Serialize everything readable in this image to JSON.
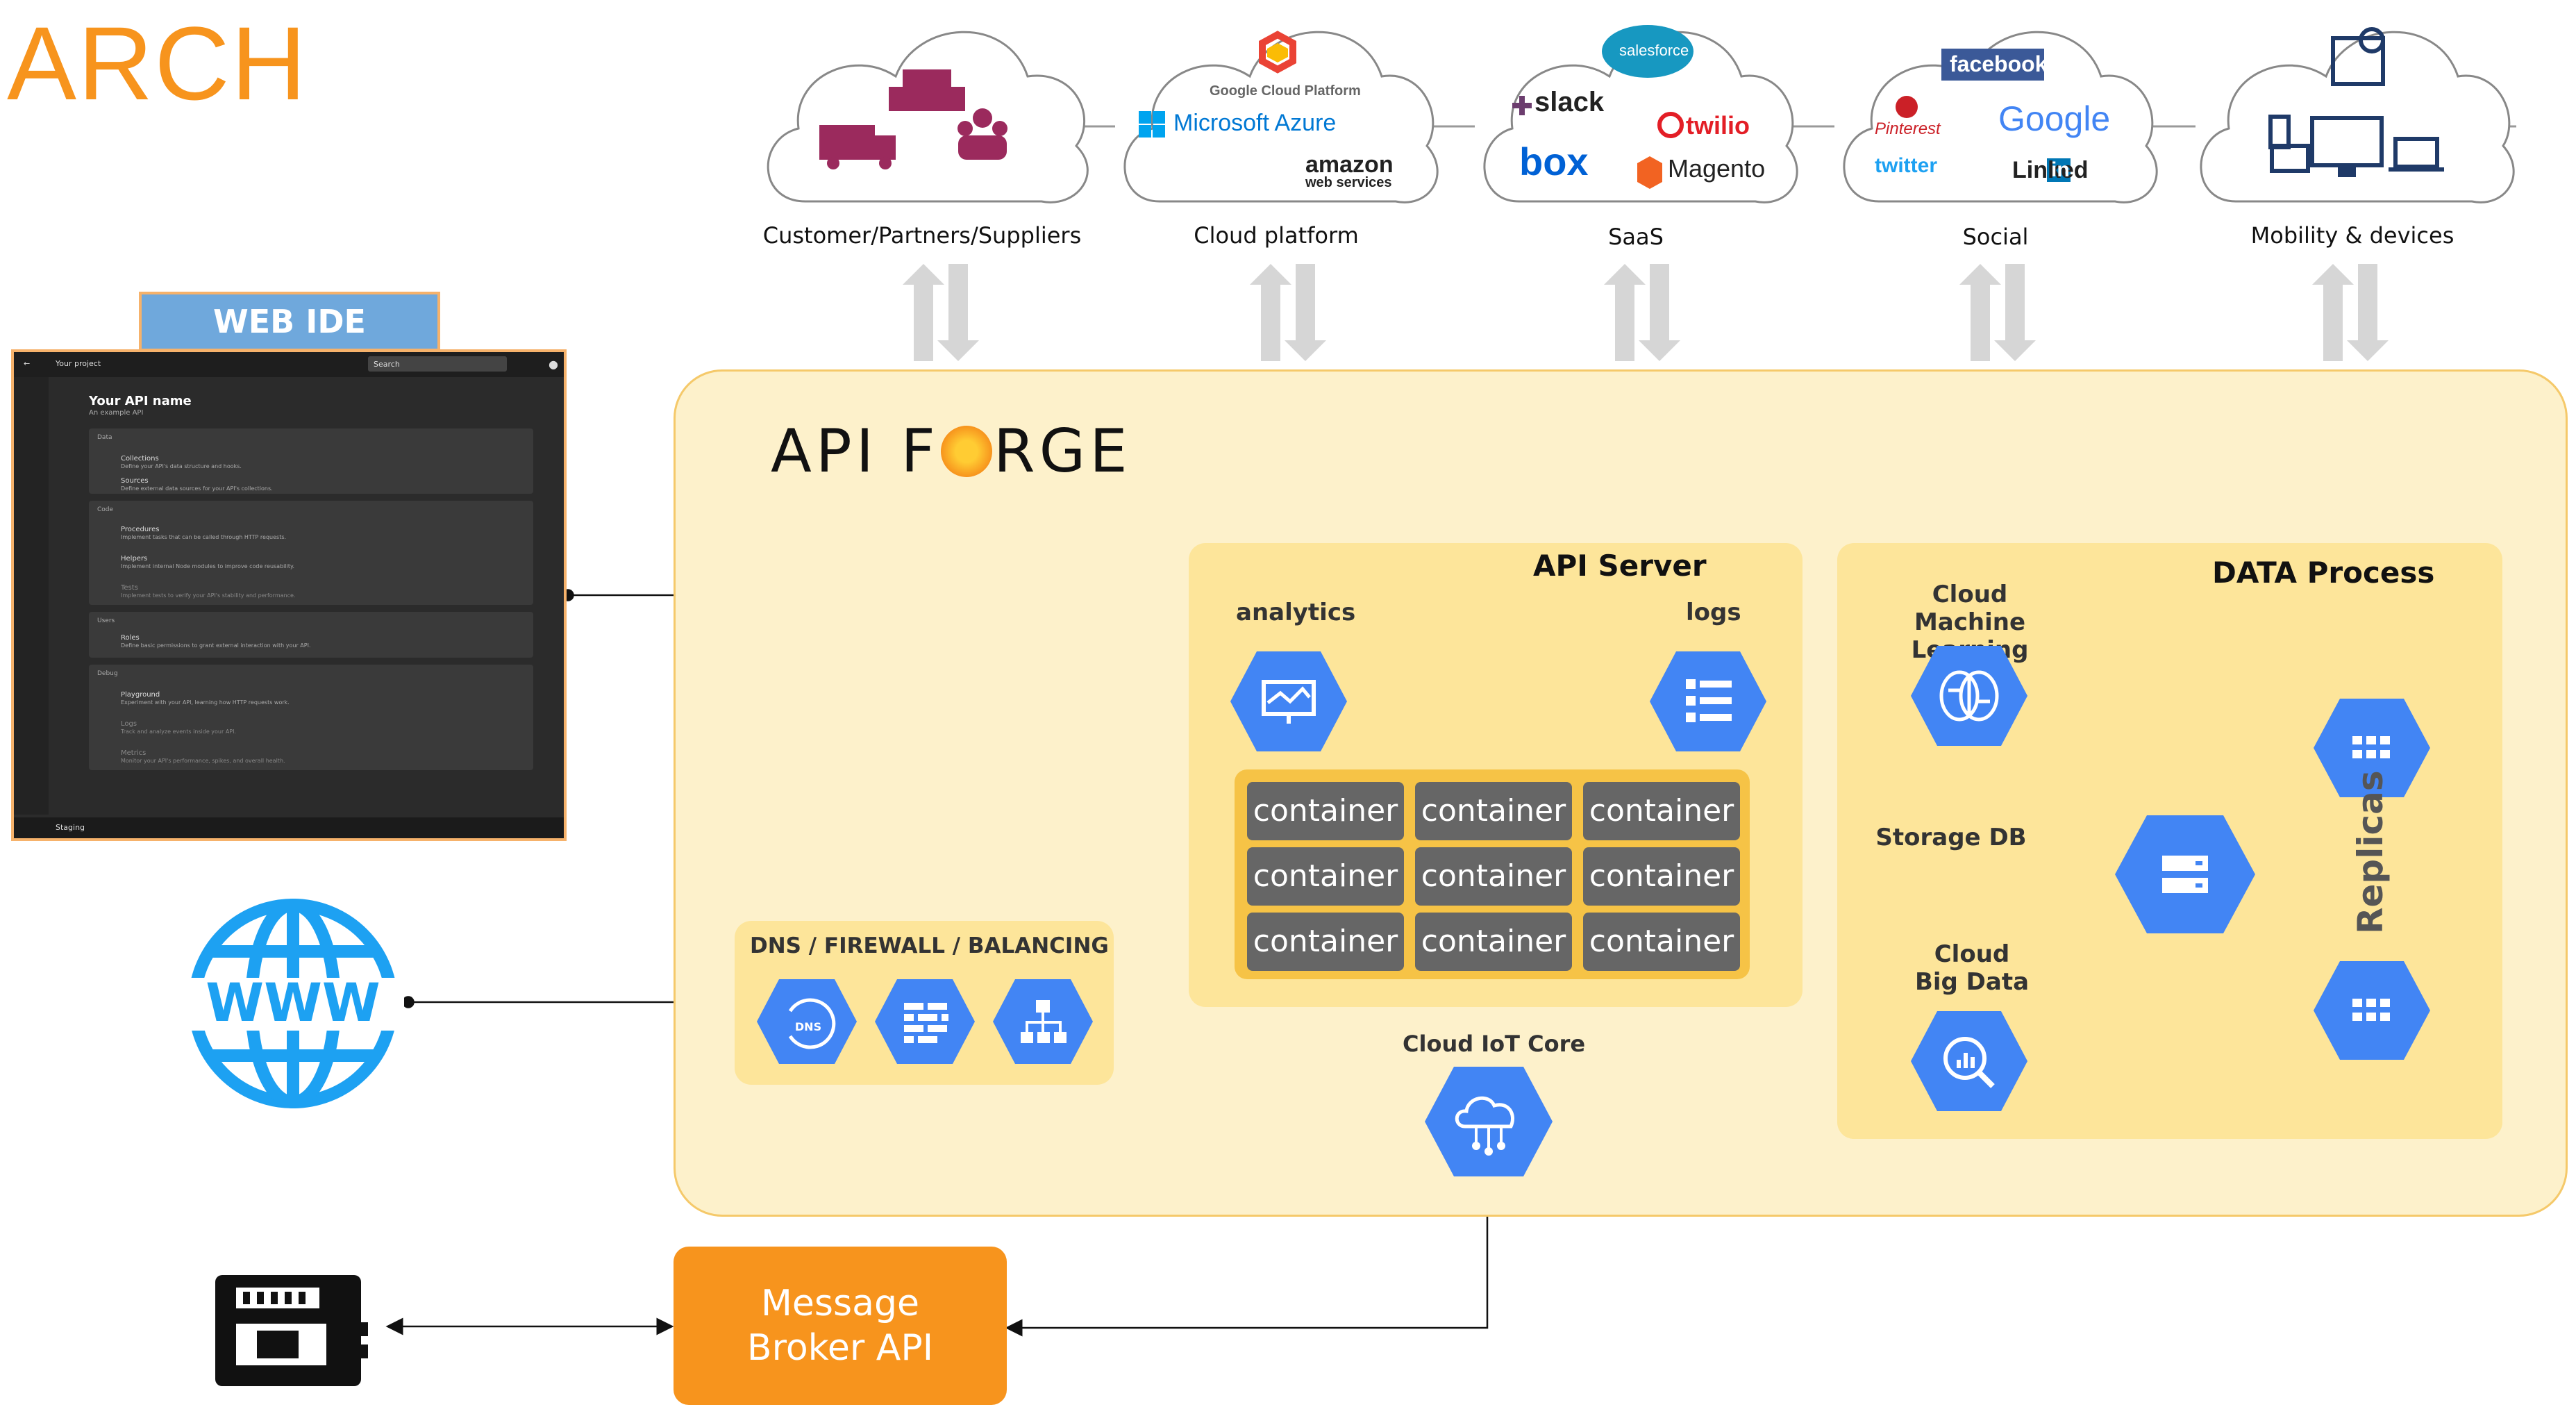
{
  "title": "ARCH",
  "clouds": [
    {
      "label": "Customer/Partners/Suppliers"
    },
    {
      "label": "Cloud platform",
      "brands": [
        "Google Cloud Platform",
        "Microsoft Azure",
        "amazon",
        "web services"
      ]
    },
    {
      "label": "SaaS",
      "brands": [
        "salesforce",
        "slack",
        "twilio",
        "box",
        "Magento"
      ]
    },
    {
      "label": "Social",
      "brands": [
        "facebook",
        "Pinterest",
        "Google",
        "twitter",
        "Linked",
        "in"
      ]
    },
    {
      "label": "Mobility & devices"
    }
  ],
  "web_ide": {
    "tab_label": "WEB IDE",
    "project": "Your project",
    "search": "Search",
    "api_name": "Your API name",
    "api_desc": "An example API",
    "sections": [
      {
        "header": "Data",
        "items": [
          {
            "name": "Collections",
            "desc": "Define your API's data structure and hooks."
          },
          {
            "name": "Sources",
            "desc": "Define external data sources for your API's collections."
          }
        ]
      },
      {
        "header": "Code",
        "items": [
          {
            "name": "Procedures",
            "desc": "Implement tasks that can be called through HTTP requests."
          },
          {
            "name": "Helpers",
            "desc": "Implement internal Node modules to improve code reusability."
          },
          {
            "name": "Tests",
            "desc": "Implement tests to verify your API's stability and performance."
          }
        ]
      },
      {
        "header": "Users",
        "items": [
          {
            "name": "Roles",
            "desc": "Define basic permissions to grant external interaction with your API."
          }
        ]
      },
      {
        "header": "Debug",
        "items": [
          {
            "name": "Playground",
            "desc": "Experiment with your API, learning how HTTP requests work."
          },
          {
            "name": "Logs",
            "desc": "Track and analyze events inside your API."
          },
          {
            "name": "Metrics",
            "desc": "Monitor your API's performance, spikes, and overall health."
          }
        ]
      }
    ],
    "branch": "Staging"
  },
  "forge": {
    "title_left": "API F",
    "title_right": "RGE",
    "api_server": {
      "title": "API Server",
      "analytics": "analytics",
      "logs": "logs",
      "containers": [
        "container",
        "container",
        "container",
        "container",
        "container",
        "container",
        "container",
        "container",
        "container"
      ]
    },
    "dns_panel": {
      "title": "DNS  /  FIREWALL  /  BALANCING",
      "dns_icon_text": "DNS"
    },
    "iot": {
      "label": "Cloud IoT Core"
    },
    "data_process": {
      "title": "DATA Process",
      "ml": "Cloud Machine\nLearning",
      "storage": "Storage DB",
      "bigdata": "Cloud\nBig Data",
      "replicas": "Replicas"
    }
  },
  "broker": {
    "line1": "Message",
    "line2": "Broker API"
  },
  "colors": {
    "accent_orange": "#f7941d",
    "hex_blue": "#4285f4",
    "forge_bg": "#fdf1cb",
    "panel_bg": "#fde59a",
    "container_grey": "#666666"
  }
}
